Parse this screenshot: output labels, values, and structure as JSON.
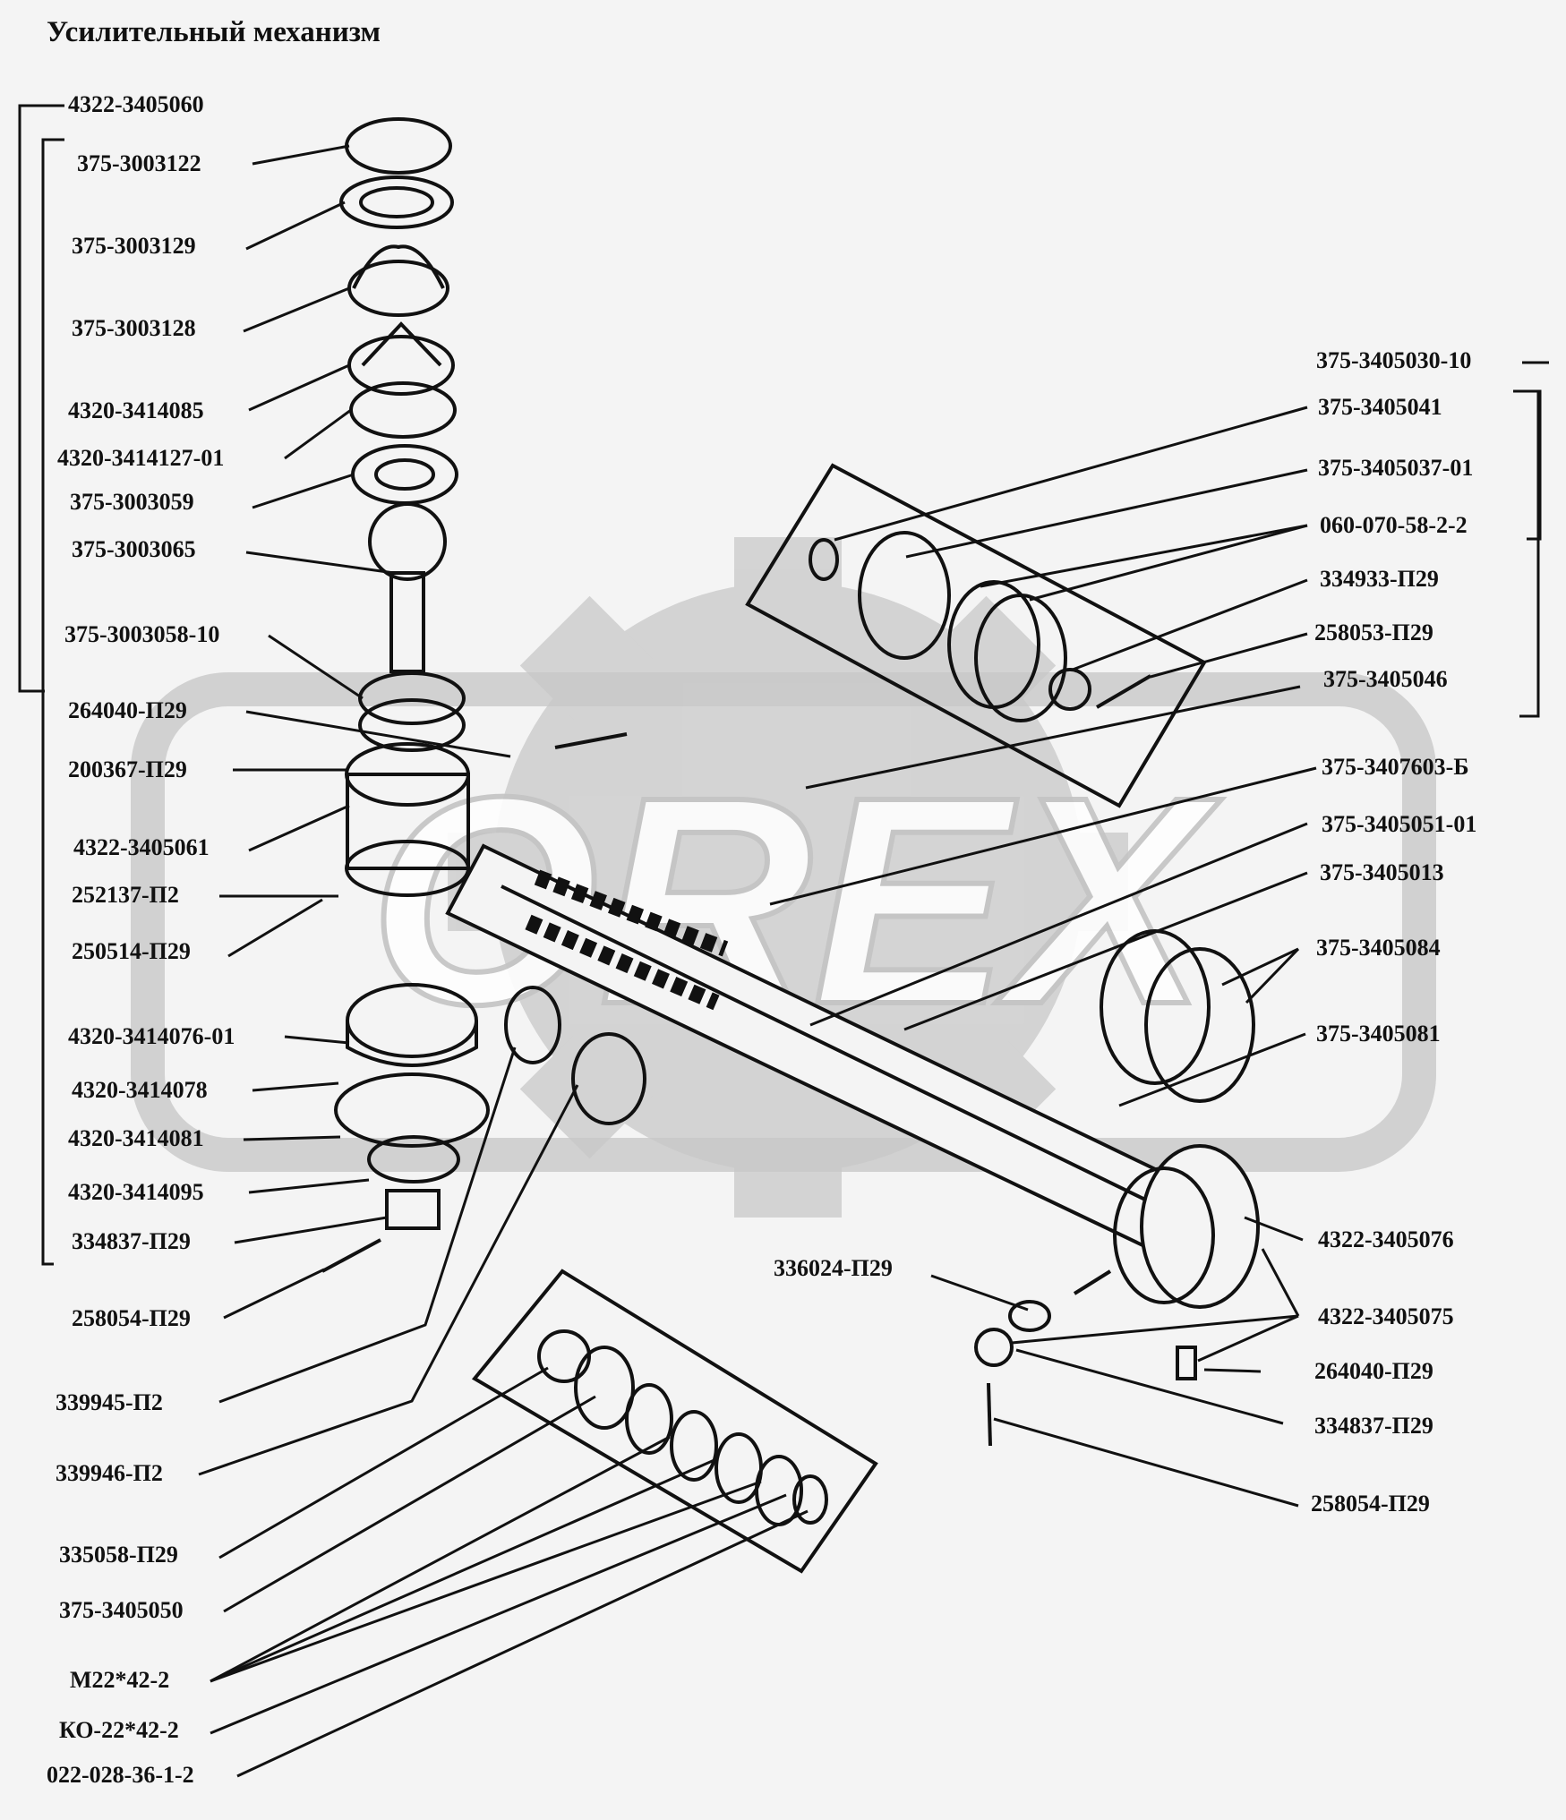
{
  "title": "Усилительный механизм",
  "watermark": "OREX",
  "labels": {
    "l01": "4322-3405060",
    "l02": "375-3003122",
    "l03": "375-3003129",
    "l04": "375-3003128",
    "l05": "4320-3414085",
    "l06": "4320-3414127-01",
    "l07": "375-3003059",
    "l08": "375-3003065",
    "l09": "375-3003058-10",
    "l10": "264040-П29",
    "l11": "200367-П29",
    "l12": "4322-3405061",
    "l13": "252137-П2",
    "l14": "250514-П29",
    "l15": "4320-3414076-01",
    "l16": "4320-3414078",
    "l17": "4320-3414081",
    "l18": "4320-3414095",
    "l19": "334837-П29",
    "l20": "258054-П29",
    "l21": "339945-П2",
    "l22": "339946-П2",
    "l23": "335058-П29",
    "l24": "375-3405050",
    "l25": "М22*42-2",
    "l26": "КО-22*42-2",
    "l27": "022-028-36-1-2",
    "r01": "375-3405030-10",
    "r02": "375-3405041",
    "r03": "375-3405037-01",
    "r04": "060-070-58-2-2",
    "r05": "334933-П29",
    "r06": "258053-П29",
    "r07": "375-3405046",
    "r08": "375-3407603-Б",
    "r09": "375-3405051-01",
    "r10": "375-3405013",
    "r11": "375-3405084",
    "r12": "375-3405081",
    "r13": "4322-3405076",
    "r14": "336024-П29",
    "r15": "4322-3405075",
    "r16": "264040-П29",
    "r17": "334837-П29",
    "r18": "258054-П29"
  }
}
